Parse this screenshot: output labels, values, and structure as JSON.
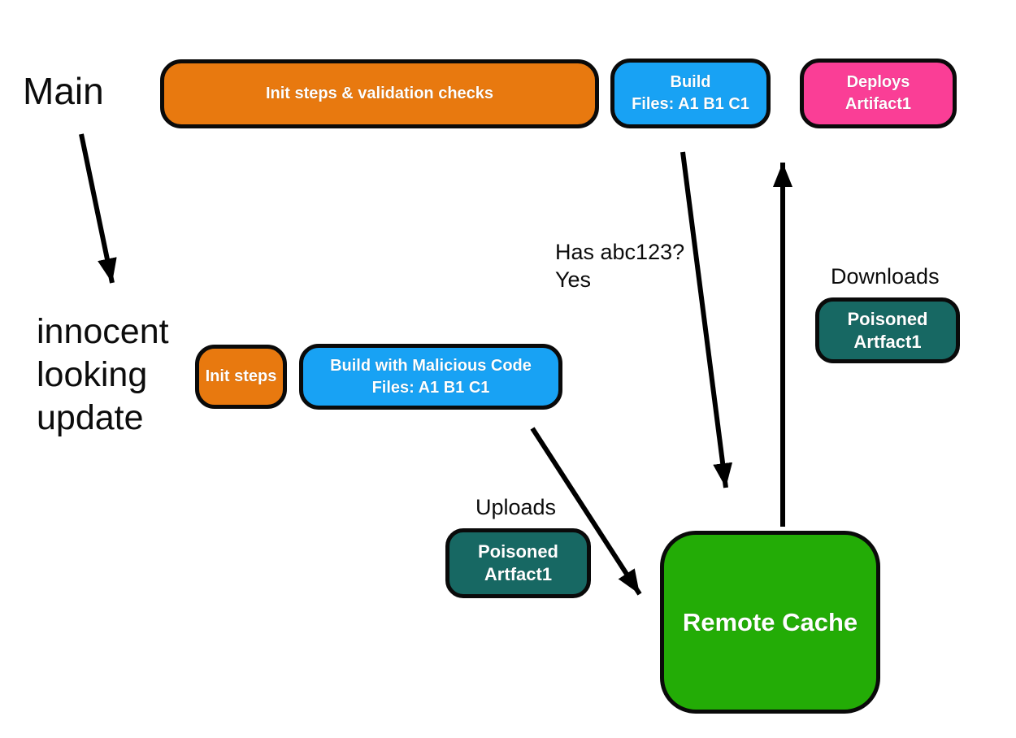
{
  "colors": {
    "orange": "#E8790F",
    "blue": "#18A2F4",
    "pink": "#FA3E96",
    "teal": "#176863",
    "green": "#23AC06",
    "border": "#0A0A0A",
    "arrow": "#000000",
    "text_dark": "#0C0C0C",
    "text_light": "#FFFFFF"
  },
  "labels": {
    "main": "Main",
    "innocent_line1": "innocent",
    "innocent_line2": "looking",
    "innocent_line3": "update",
    "has_hash_line1": "Has abc123?",
    "has_hash_line2": "Yes",
    "downloads": "Downloads",
    "uploads": "Uploads"
  },
  "nodes": {
    "init_validation": {
      "label": "Init steps & validation checks",
      "color": "#E8790F"
    },
    "build_main": {
      "line1": "Build",
      "line2": "Files: A1 B1 C1",
      "color": "#18A2F4"
    },
    "deploys": {
      "line1": "Deploys",
      "line2": "Artifact1",
      "color": "#FA3E96"
    },
    "init_steps": {
      "label": "Init steps",
      "color": "#E8790F"
    },
    "build_malicious": {
      "line1": "Build with Malicious Code",
      "line2": "Files: A1 B1 C1",
      "color": "#18A2F4"
    },
    "poisoned_download": {
      "line1": "Poisoned",
      "line2": "Artfact1",
      "color": "#176863"
    },
    "poisoned_upload": {
      "line1": "Poisoned",
      "line2": "Artfact1",
      "color": "#176863"
    },
    "remote_cache": {
      "label": "Remote Cache",
      "color": "#23AC06"
    }
  },
  "edges": [
    {
      "from": "main",
      "to": "innocent-looking-update"
    },
    {
      "from": "build-main",
      "to": "remote-cache",
      "label": "Has abc123? Yes"
    },
    {
      "from": "remote-cache",
      "to": "deploys-artifact1",
      "label": "Downloads"
    },
    {
      "from": "build-malicious",
      "to": "remote-cache",
      "label": "Uploads"
    }
  ]
}
